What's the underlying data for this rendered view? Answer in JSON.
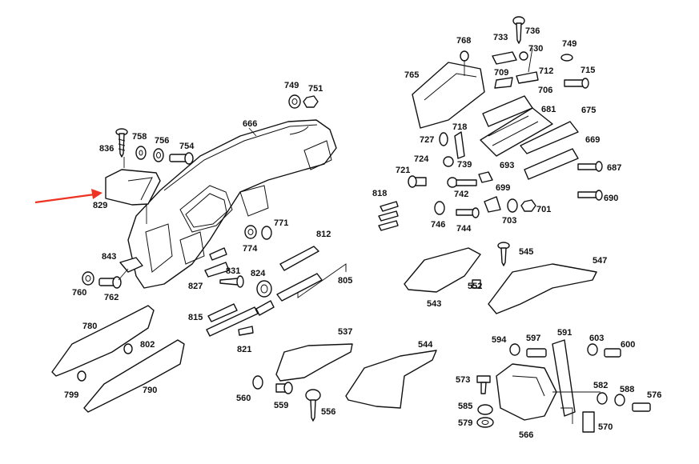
{
  "diagram": {
    "labels": [
      {
        "id": "666",
        "text": "666"
      },
      {
        "id": "749a",
        "text": "749"
      },
      {
        "id": "751",
        "text": "751"
      },
      {
        "id": "758",
        "text": "758"
      },
      {
        "id": "756",
        "text": "756"
      },
      {
        "id": "754",
        "text": "754"
      },
      {
        "id": "836",
        "text": "836"
      },
      {
        "id": "829",
        "text": "829"
      },
      {
        "id": "843",
        "text": "843"
      },
      {
        "id": "760",
        "text": "760"
      },
      {
        "id": "762",
        "text": "762"
      },
      {
        "id": "780",
        "text": "780"
      },
      {
        "id": "802",
        "text": "802"
      },
      {
        "id": "799",
        "text": "799"
      },
      {
        "id": "790",
        "text": "790"
      },
      {
        "id": "771",
        "text": "771"
      },
      {
        "id": "774",
        "text": "774"
      },
      {
        "id": "812",
        "text": "812"
      },
      {
        "id": "818",
        "text": "818"
      },
      {
        "id": "831",
        "text": "831"
      },
      {
        "id": "827",
        "text": "827"
      },
      {
        "id": "824",
        "text": "824"
      },
      {
        "id": "805",
        "text": "805"
      },
      {
        "id": "815",
        "text": "815"
      },
      {
        "id": "821",
        "text": "821"
      },
      {
        "id": "537",
        "text": "537"
      },
      {
        "id": "544",
        "text": "544"
      },
      {
        "id": "560",
        "text": "560"
      },
      {
        "id": "559",
        "text": "559"
      },
      {
        "id": "556",
        "text": "556"
      },
      {
        "id": "765",
        "text": "765"
      },
      {
        "id": "768",
        "text": "768"
      },
      {
        "id": "733",
        "text": "733"
      },
      {
        "id": "736",
        "text": "736"
      },
      {
        "id": "730",
        "text": "730"
      },
      {
        "id": "749b",
        "text": "749"
      },
      {
        "id": "712",
        "text": "712"
      },
      {
        "id": "709",
        "text": "709"
      },
      {
        "id": "715",
        "text": "715"
      },
      {
        "id": "706",
        "text": "706"
      },
      {
        "id": "681",
        "text": "681"
      },
      {
        "id": "675",
        "text": "675"
      },
      {
        "id": "718",
        "text": "718"
      },
      {
        "id": "727",
        "text": "727"
      },
      {
        "id": "669",
        "text": "669"
      },
      {
        "id": "724",
        "text": "724"
      },
      {
        "id": "739",
        "text": "739"
      },
      {
        "id": "693",
        "text": "693"
      },
      {
        "id": "721",
        "text": "721"
      },
      {
        "id": "687",
        "text": "687"
      },
      {
        "id": "742",
        "text": "742"
      },
      {
        "id": "699",
        "text": "699"
      },
      {
        "id": "690",
        "text": "690"
      },
      {
        "id": "746",
        "text": "746"
      },
      {
        "id": "744",
        "text": "744"
      },
      {
        "id": "703",
        "text": "703"
      },
      {
        "id": "701",
        "text": "701"
      },
      {
        "id": "545",
        "text": "545"
      },
      {
        "id": "547",
        "text": "547"
      },
      {
        "id": "552",
        "text": "552"
      },
      {
        "id": "543",
        "text": "543"
      },
      {
        "id": "594",
        "text": "594"
      },
      {
        "id": "597",
        "text": "597"
      },
      {
        "id": "591",
        "text": "591"
      },
      {
        "id": "603",
        "text": "603"
      },
      {
        "id": "600",
        "text": "600"
      },
      {
        "id": "573",
        "text": "573"
      },
      {
        "id": "582",
        "text": "582"
      },
      {
        "id": "588",
        "text": "588"
      },
      {
        "id": "576",
        "text": "576"
      },
      {
        "id": "585",
        "text": "585"
      },
      {
        "id": "579",
        "text": "579"
      },
      {
        "id": "566",
        "text": "566"
      },
      {
        "id": "570",
        "text": "570"
      }
    ],
    "arrow_color": "#ee3322"
  }
}
